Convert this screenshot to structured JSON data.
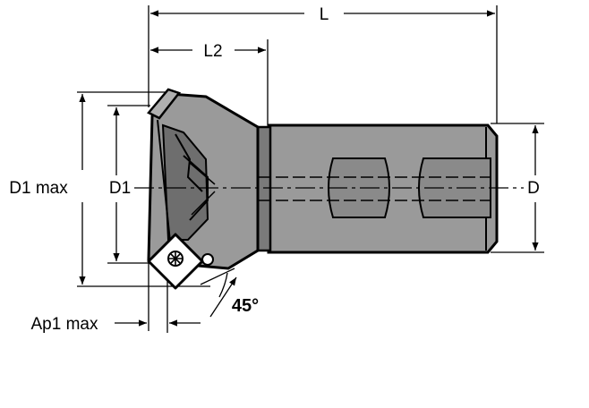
{
  "labels": {
    "L": "L",
    "L2": "L2",
    "D1max": "D1 max",
    "D1": "D1",
    "D": "D",
    "Ap1max": "Ap1 max",
    "angle": "45°"
  },
  "colors": {
    "body": "#9a9a9a",
    "shade": "#6e6e6e",
    "line": "#000000",
    "background": "#ffffff"
  }
}
